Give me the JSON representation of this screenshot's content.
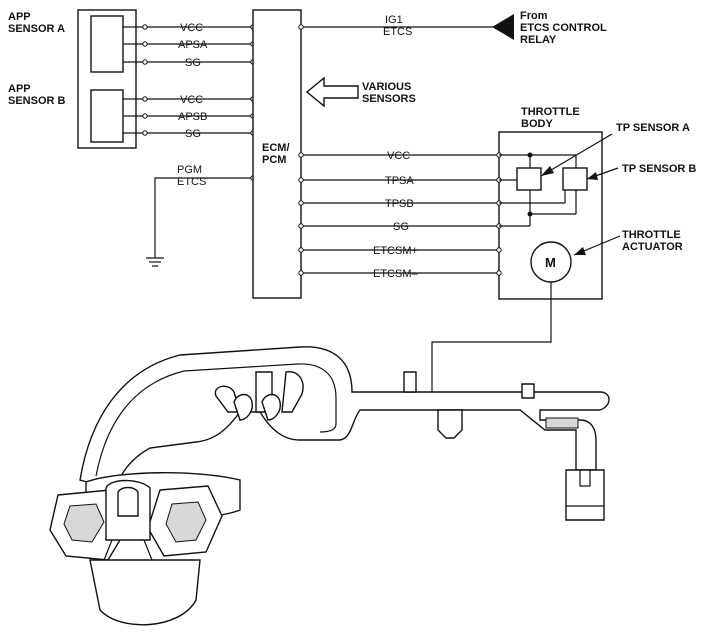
{
  "app_sensor_a": {
    "line1": "APP",
    "line2": "SENSOR A"
  },
  "app_sensor_b": {
    "line1": "APP",
    "line2": "SENSOR B"
  },
  "ecm": {
    "line1": "ECM/",
    "line2": "PCM"
  },
  "relay": {
    "line1": "From",
    "line2": "ETCS CONTROL",
    "line3": "RELAY"
  },
  "various": {
    "line1": "VARIOUS",
    "line2": "SENSORS"
  },
  "throttle_body": {
    "line1": "THROTTLE",
    "line2": "BODY"
  },
  "tp_sensor_a": "TP SENSOR A",
  "tp_sensor_b": "TP SENSOR B",
  "throttle_actuator": {
    "line1": "THROTTLE",
    "line2": "ACTUATOR"
  },
  "motor": "M",
  "wires": {
    "vcc_a": "VCC",
    "apsa": "APSA",
    "sg_a": "SG",
    "vcc_b": "VCC",
    "apsb": "APSB",
    "sg_b": "SG",
    "pgm1": "PGM",
    "pgm2": "ETCS",
    "ig1_1": "IG1",
    "ig1_2": "ETCS",
    "vcc_t": "VCC",
    "tpsa": "TPSA",
    "tpsb": "TPSB",
    "sg_t": "SG",
    "etcsm_p": "ETCSM+",
    "etcsm_m": "ETCSM–"
  }
}
